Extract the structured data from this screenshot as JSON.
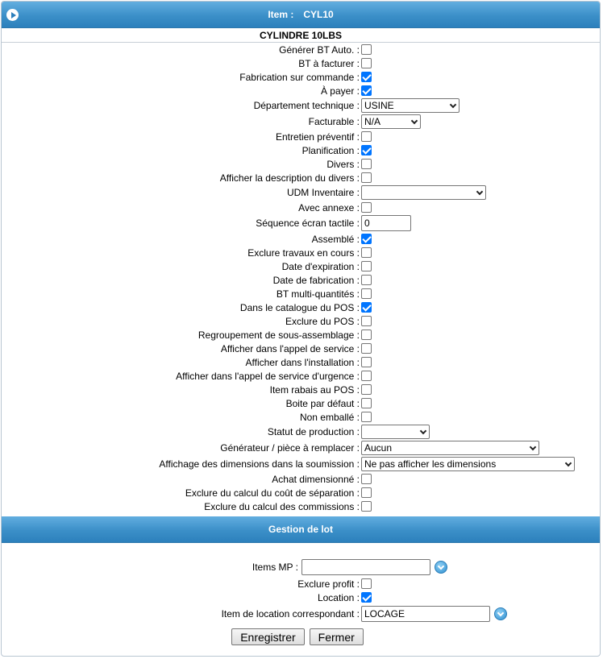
{
  "header": {
    "title_prefix": "Item :",
    "title_code": "CYL10"
  },
  "item_name": "CYLINDRE 10LBS",
  "fields": [
    {
      "label": "Générer BT Auto. :",
      "type": "checkbox",
      "checked": false
    },
    {
      "label": "BT à facturer :",
      "type": "checkbox",
      "checked": false
    },
    {
      "label": "Fabrication sur commande :",
      "type": "checkbox",
      "checked": true
    },
    {
      "label": "À payer :",
      "type": "checkbox",
      "checked": true
    },
    {
      "label": "Département technique :",
      "type": "select",
      "value": "USINE"
    },
    {
      "label": "Facturable :",
      "type": "select",
      "value": "N/A"
    },
    {
      "label": "Entretien préventif :",
      "type": "checkbox",
      "checked": false
    },
    {
      "label": "Planification :",
      "type": "checkbox",
      "checked": true
    },
    {
      "label": "Divers :",
      "type": "checkbox",
      "checked": false
    },
    {
      "label": "Afficher la description du divers :",
      "type": "checkbox",
      "checked": false
    },
    {
      "label": "UDM Inventaire :",
      "type": "select",
      "value": ""
    },
    {
      "label": "Avec annexe :",
      "type": "checkbox",
      "checked": false
    },
    {
      "label": "Séquence écran tactile :",
      "type": "text",
      "value": "0"
    },
    {
      "label": "Assemblé :",
      "type": "checkbox",
      "checked": true
    },
    {
      "label": "Exclure travaux en cours :",
      "type": "checkbox",
      "checked": false
    },
    {
      "label": "Date d'expiration :",
      "type": "checkbox",
      "checked": false
    },
    {
      "label": "Date de fabrication :",
      "type": "checkbox",
      "checked": false
    },
    {
      "label": "BT multi-quantités :",
      "type": "checkbox",
      "checked": false
    },
    {
      "label": "Dans le catalogue du POS :",
      "type": "checkbox",
      "checked": true
    },
    {
      "label": "Exclure du POS :",
      "type": "checkbox",
      "checked": false
    },
    {
      "label": "Regroupement de sous-assemblage :",
      "type": "checkbox",
      "checked": false
    },
    {
      "label": "Afficher dans l'appel de service :",
      "type": "checkbox",
      "checked": false
    },
    {
      "label": "Afficher dans l'installation :",
      "type": "checkbox",
      "checked": false
    },
    {
      "label": "Afficher dans l'appel de service d'urgence :",
      "type": "checkbox",
      "checked": false
    },
    {
      "label": "Item rabais au POS :",
      "type": "checkbox",
      "checked": false
    },
    {
      "label": "Boite par défaut :",
      "type": "checkbox",
      "checked": false
    },
    {
      "label": "Non emballé :",
      "type": "checkbox",
      "checked": false
    },
    {
      "label": "Statut de production :",
      "type": "select",
      "value": ""
    },
    {
      "label": "Générateur / pièce à remplacer :",
      "type": "select",
      "value": "Aucun"
    },
    {
      "label": "Affichage des dimensions dans la soumission :",
      "type": "select",
      "value": "Ne pas afficher les dimensions"
    },
    {
      "label": "Achat dimensionné :",
      "type": "checkbox",
      "checked": false
    },
    {
      "label": "Exclure du calcul du coût de séparation :",
      "type": "checkbox",
      "checked": false
    },
    {
      "label": "Exclure du calcul des commissions :",
      "type": "checkbox",
      "checked": false
    }
  ],
  "lot_section": {
    "title": "Gestion de lot",
    "items_mp_label": "Items MP :",
    "items_mp_value": "",
    "exclure_profit_label": "Exclure profit :",
    "exclure_profit_checked": false,
    "location_label": "Location :",
    "location_checked": true,
    "item_location_label": "Item de location correspondant :",
    "item_location_value": "LOCAGE"
  },
  "actions": {
    "save_label": "Enregistrer",
    "close_label": "Fermer"
  },
  "colors": {
    "header_blue": "#3b8fc8",
    "checkbox_blue": "#0075ff"
  }
}
